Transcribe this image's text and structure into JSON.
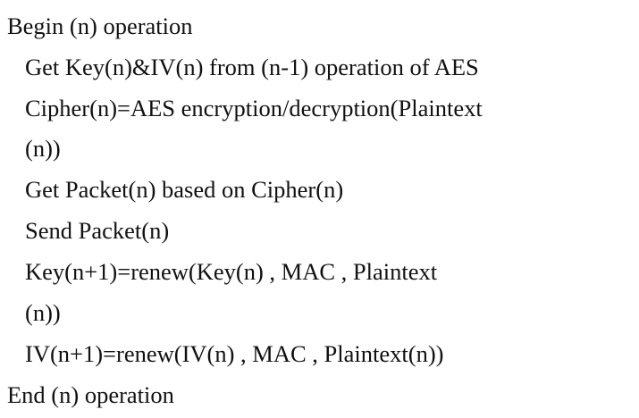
{
  "algorithm": {
    "lines": [
      {
        "text": "Begin (n) operation",
        "indent": 0
      },
      {
        "text": "Get Key(n)&IV(n) from (n-1) operation of AES",
        "indent": 1
      },
      {
        "text": "Cipher(n)=AES encryption/decryption(Plaintext",
        "indent": 1
      },
      {
        "text": "(n))",
        "indent": 1
      },
      {
        "text": "Get Packet(n) based on Cipher(n)",
        "indent": 1
      },
      {
        "text": "Send Packet(n)",
        "indent": 1
      },
      {
        "text": "Key(n+1)=renew(Key(n) , MAC , Plaintext",
        "indent": 1
      },
      {
        "text": "(n))",
        "indent": 1
      },
      {
        "text": "IV(n+1)=renew(IV(n) , MAC , Plaintext(n))",
        "indent": 1
      },
      {
        "text": "End (n) operation",
        "indent": 0
      }
    ]
  }
}
